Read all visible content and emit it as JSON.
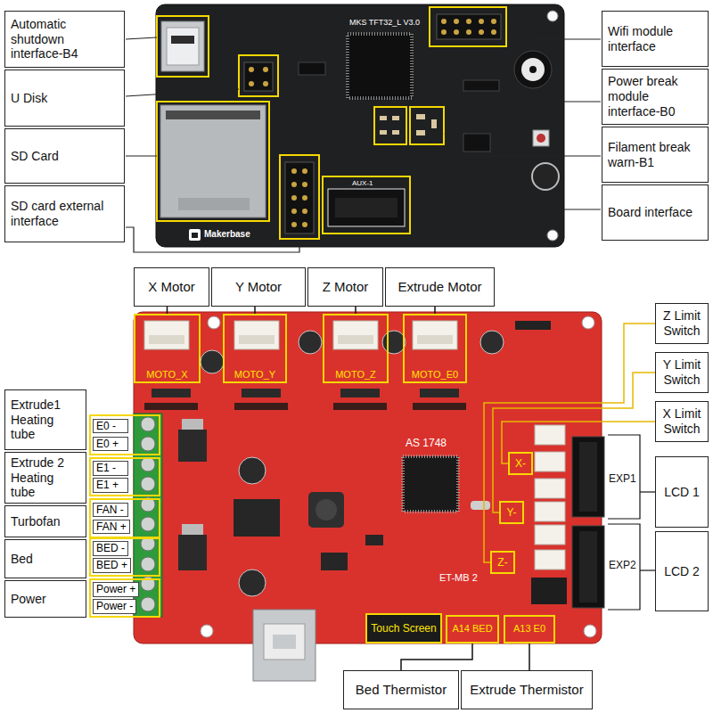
{
  "diagram": {
    "nodes": [
      {
        "text": [
          "Automatic shutdown interface-B4"
        ]
      },
      {
        "text": [
          "U Disk"
        ]
      },
      {
        "text": [
          "SD Card"
        ]
      },
      {
        "text": [
          "SD card external interface"
        ]
      },
      {
        "text": [
          "Wifi module interface"
        ]
      },
      {
        "text": [
          "Power break module interface-B0"
        ]
      },
      {
        "text": [
          "Filament break warn-B1"
        ]
      },
      {
        "text": [
          "Board interface"
        ]
      },
      {
        "text": [
          "X Motor"
        ]
      },
      {
        "text": [
          "Y Motor"
        ]
      },
      {
        "text": [
          "Z Motor"
        ]
      },
      {
        "text": [
          "Extrude Motor"
        ]
      },
      {
        "text": [
          "MOTO_X"
        ]
      },
      {
        "text": [
          "MOTO_Y"
        ]
      },
      {
        "text": [
          "MOTO_Z"
        ]
      },
      {
        "text": [
          "MOTO_E0"
        ]
      },
      {
        "text": [
          "Extrude1 Heating tube"
        ]
      },
      {
        "text": [
          "Extrude 2 Heating tube"
        ]
      },
      {
        "text": [
          "Turbofan"
        ]
      },
      {
        "text": [
          "Bed"
        ]
      },
      {
        "text": [
          "Power"
        ]
      },
      {
        "text": [
          "E0 -",
          "E0 +"
        ]
      },
      {
        "text": [
          "E1 -",
          "E1 +"
        ]
      },
      {
        "text": [
          "FAN -",
          "FAN +"
        ]
      },
      {
        "text": [
          "BED -",
          "BED +"
        ]
      },
      {
        "text": [
          "Power +",
          "Power -"
        ]
      },
      {
        "text": [
          "Z Limit Switch"
        ]
      },
      {
        "text": [
          "Y Limit Switch"
        ]
      },
      {
        "text": [
          "X Limit Switch"
        ]
      },
      {
        "text": [
          "LCD 1"
        ]
      },
      {
        "text": [
          "LCD 2"
        ]
      },
      {
        "text": [
          "X-"
        ]
      },
      {
        "text": [
          "Y-"
        ]
      },
      {
        "text": [
          "Z-"
        ]
      },
      {
        "text": [
          "Touch Screen"
        ]
      },
      {
        "text": [
          "A14 BED"
        ]
      },
      {
        "text": [
          "A13 E0"
        ]
      },
      {
        "text": [
          "Bed Thermistor"
        ]
      },
      {
        "text": [
          "Extrude Thermistor"
        ]
      }
    ],
    "edges": [
      {
        "from": 8,
        "to": 12,
        "arrow": "none"
      },
      {
        "from": 9,
        "to": 13,
        "arrow": "none"
      },
      {
        "from": 10,
        "to": 14,
        "arrow": "none"
      },
      {
        "from": 11,
        "to": 15,
        "arrow": "none"
      },
      {
        "from": 26,
        "to": 33,
        "arrow": "none"
      },
      {
        "from": 27,
        "to": 32,
        "arrow": "none"
      },
      {
        "from": 28,
        "to": 31,
        "arrow": "none"
      },
      {
        "from": 37,
        "to": 35,
        "arrow": "none"
      },
      {
        "from": 38,
        "to": 36,
        "arrow": "none"
      }
    ],
    "labels": [
      "MKS TFT32_L V3.0",
      "AUX-1",
      "Makerbase",
      "AS 1748",
      "ET-MB 2",
      "EXP1",
      "EXP2"
    ]
  }
}
